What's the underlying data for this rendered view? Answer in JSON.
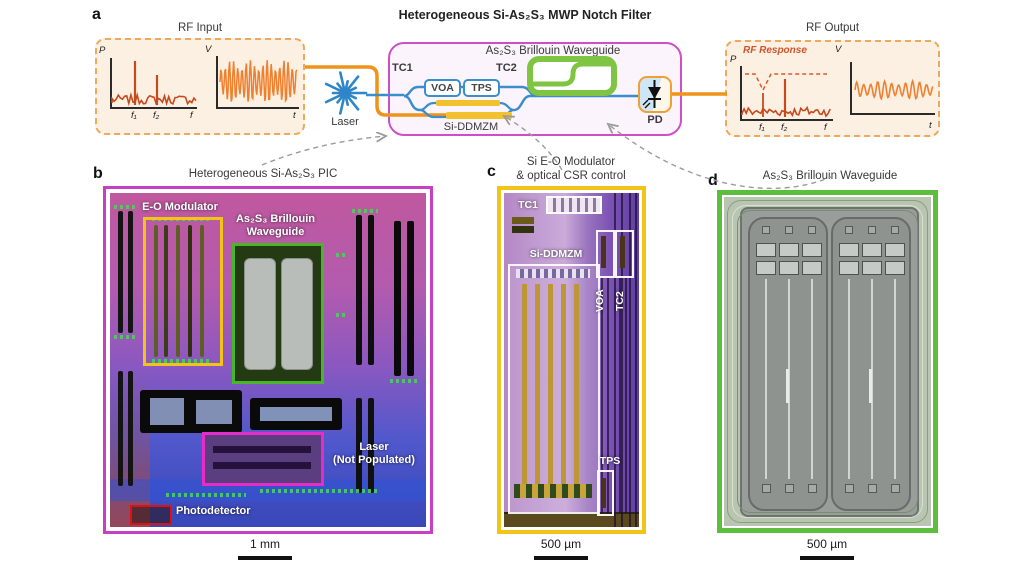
{
  "colors": {
    "accent_orange": "#EE9418",
    "signal_red": "#C8491E",
    "waveform_orange": "#F08030",
    "laser_blue": "#2E86C8",
    "waveguide_blue": "#3C8DCB",
    "chip_magenta": "#CD4FC6",
    "brillouin_green": "#7FC543",
    "annotation_yellow": "#F2C418",
    "annotation_green": "#49B52B",
    "annotation_magenta": "#E62CC8",
    "annotation_red": "#E01010",
    "dash_gray": "#9B9B9B"
  },
  "panel_a": {
    "label": "a",
    "title": "Heterogeneous Si-As₂S₃ MWP Notch Filter",
    "rf_input_title": "RF Input",
    "rf_output_title": "RF Output",
    "rf_response_label": "RF Response",
    "laser_label": "Laser",
    "waveguide_label": "As₂S₃ Brillouin Waveguide",
    "tc1": "TC1",
    "voa": "VOA",
    "tps": "TPS",
    "tc2": "TC2",
    "ddmzm": "Si-DDMZM",
    "pd": "PD",
    "plot": {
      "p": "P",
      "v": "V",
      "f": "f",
      "t": "t",
      "f1": "f₁",
      "f2": "f₂"
    }
  },
  "panel_b": {
    "label": "b",
    "title": "Heterogeneous Si-As₂S₃ PIC",
    "eo_modulator": "E-O Modulator",
    "brillouin_line1": "As₂S₃ Brillouin",
    "brillouin_line2": "Waveguide",
    "laser_line1": "Laser",
    "laser_line2": "(Not Populated)",
    "photodetector": "Photodetector",
    "scale": "1 mm"
  },
  "panel_c": {
    "label": "c",
    "title_line1": "Si E-O Modulator",
    "title_line2": "& optical CSR control",
    "tc1": "TC1",
    "ddmzm": "Si-DDMZM",
    "voa": "VOA",
    "tc2": "TC2",
    "tps": "TPS",
    "scale": "500 µm"
  },
  "panel_d": {
    "label": "d",
    "title": "As₂S₃ Brillouin Waveguide",
    "scale": "500 µm"
  }
}
